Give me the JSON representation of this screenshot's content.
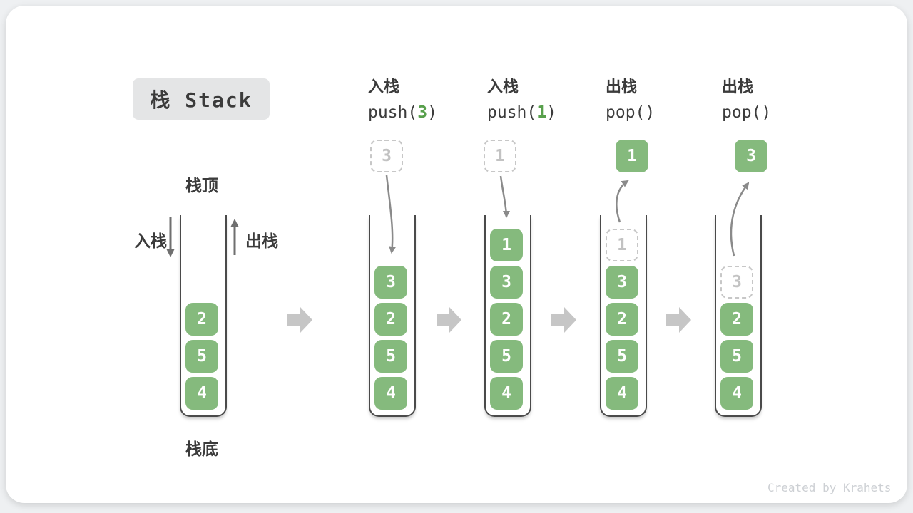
{
  "title": "栈 Stack",
  "labels": {
    "stack_top": "栈顶",
    "stack_bottom": "栈底",
    "push": "入栈",
    "pop": "出栈"
  },
  "operations": [
    {
      "name": "入栈",
      "code_pre": "push(",
      "code_arg": "3",
      "code_post": ")"
    },
    {
      "name": "入栈",
      "code_pre": "push(",
      "code_arg": "1",
      "code_post": ")"
    },
    {
      "name": "出栈",
      "code_pre": "pop(",
      "code_arg": "",
      "code_post": ")"
    },
    {
      "name": "出栈",
      "code_pre": "pop(",
      "code_arg": "",
      "code_post": ")"
    }
  ],
  "floating": [
    {
      "value": "3",
      "ghost": true
    },
    {
      "value": "1",
      "ghost": true
    },
    {
      "value": "1",
      "ghost": false
    },
    {
      "value": "3",
      "ghost": false
    }
  ],
  "stacks": [
    {
      "items": [
        {
          "value": "2"
        },
        {
          "value": "5"
        },
        {
          "value": "4"
        }
      ]
    },
    {
      "items": [
        {
          "value": "3"
        },
        {
          "value": "2"
        },
        {
          "value": "5"
        },
        {
          "value": "4"
        }
      ]
    },
    {
      "items": [
        {
          "value": "1"
        },
        {
          "value": "3"
        },
        {
          "value": "2"
        },
        {
          "value": "5"
        },
        {
          "value": "4"
        }
      ]
    },
    {
      "items": [
        {
          "value": "1",
          "ghost": true
        },
        {
          "value": "3"
        },
        {
          "value": "2"
        },
        {
          "value": "5"
        },
        {
          "value": "4"
        }
      ]
    },
    {
      "items": [
        {
          "value": "3",
          "ghost": true
        },
        {
          "value": "2"
        },
        {
          "value": "5"
        },
        {
          "value": "4"
        }
      ]
    }
  ],
  "footer": "Created by Krahets",
  "colors": {
    "item_green": "#85ba7d",
    "code_arg_green": "#58a04c",
    "ghost_gray": "#c7c7c7",
    "arrow_gray": "#8a8a8a",
    "flow_arrow_gray": "#c6c6c6",
    "badge_bg": "#e4e5e6",
    "text_dark": "#3b3b3b"
  }
}
